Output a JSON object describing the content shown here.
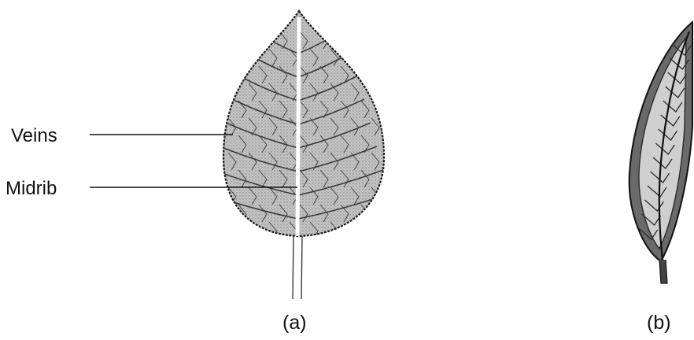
{
  "labels": {
    "veins": "Veins",
    "midrib": "Midrib",
    "caption_a": "(a)",
    "caption_b": "(b)"
  },
  "colors": {
    "ink": "#111111",
    "leaf_fill": "#bdbdbd",
    "leaf_dark": "#4a4a4a"
  }
}
